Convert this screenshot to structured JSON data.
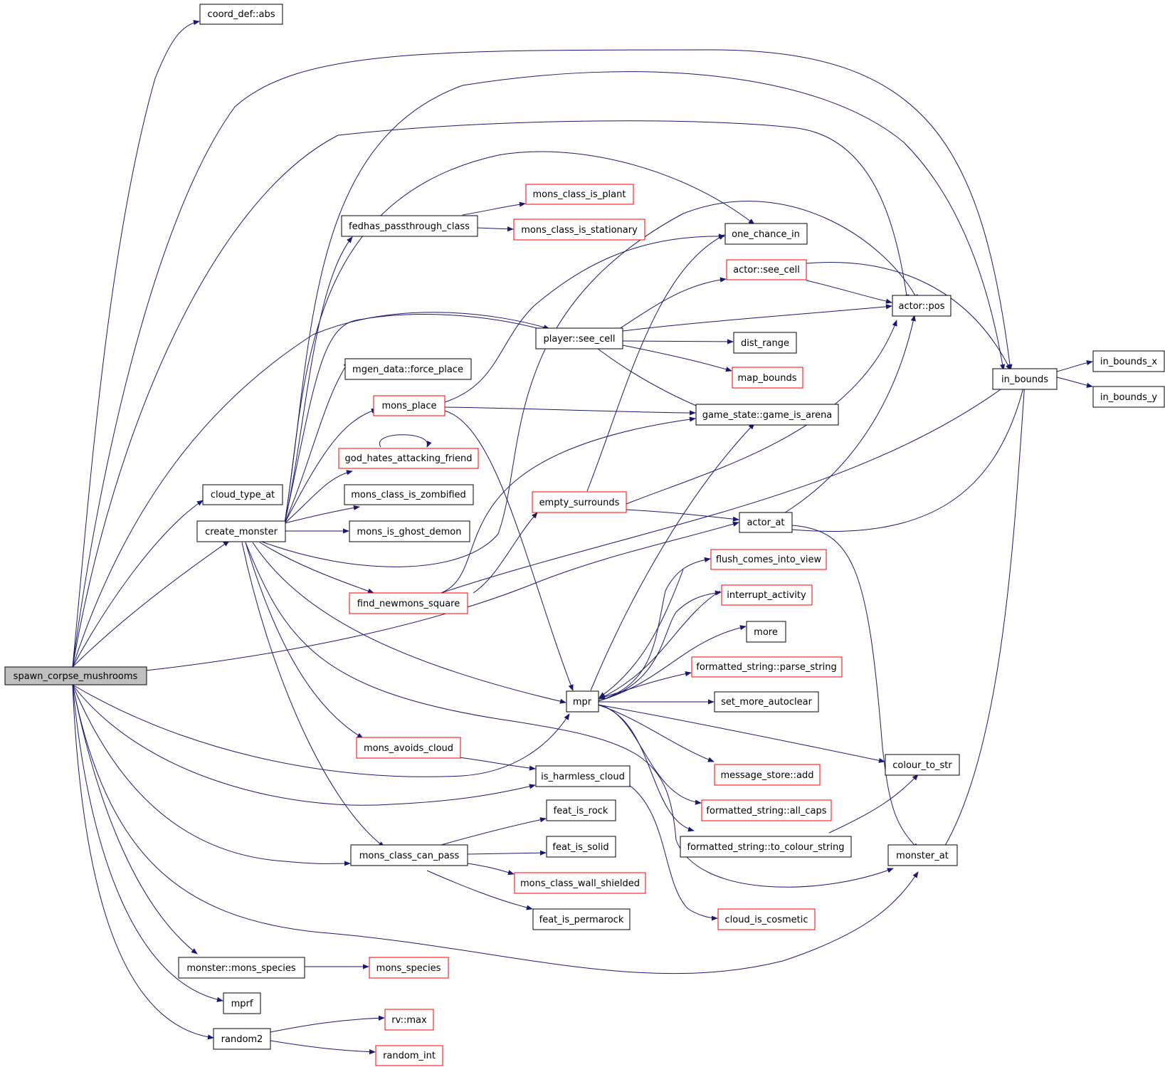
{
  "colors": {
    "edge": "#191970",
    "incomplete_border": "#ff0000",
    "root_fill": "#bfbfbf"
  },
  "nodes": {
    "spawn_corpse_mushrooms": "spawn_corpse_mushrooms",
    "coord_def_abs": "coord_def::abs",
    "cloud_type_at": "cloud_type_at",
    "create_monster": "create_monster",
    "fedhas_passthrough_class": "fedhas_passthrough_class",
    "mons_class_is_plant": "mons_class_is_plant",
    "mons_class_is_stationary": "mons_class_is_stationary",
    "one_chance_in": "one_chance_in",
    "actor_see_cell": "actor::see_cell",
    "actor_pos": "actor::pos",
    "player_see_cell": "player::see_cell",
    "dist_range": "dist_range",
    "map_bounds": "map_bounds",
    "mgen_data_force_place": "mgen_data::force_place",
    "mons_place": "mons_place",
    "game_is_arena": "game_state::game_is_arena",
    "god_hates_attacking_friend": "god_hates_attacking_friend",
    "mons_class_is_zombified": "mons_class_is_zombified",
    "mons_is_ghost_demon": "mons_is_ghost_demon",
    "empty_surrounds": "empty_surrounds",
    "actor_at": "actor_at",
    "find_newmons_square": "find_newmons_square",
    "flush_comes_into_view": "flush_comes_into_view",
    "interrupt_activity": "interrupt_activity",
    "more": "more",
    "parse_string": "formatted_string::parse_string",
    "mpr": "mpr",
    "set_more_autoclear": "set_more_autoclear",
    "mons_avoids_cloud": "mons_avoids_cloud",
    "colour_to_str": "colour_to_str",
    "is_harmless_cloud": "is_harmless_cloud",
    "message_store_add": "message_store::add",
    "all_caps": "formatted_string::all_caps",
    "feat_is_rock": "feat_is_rock",
    "feat_is_solid": "feat_is_solid",
    "mons_class_can_pass": "mons_class_can_pass",
    "to_colour_string": "formatted_string::to_colour_string",
    "monster_at": "monster_at",
    "mons_class_wall_shielded": "mons_class_wall_shielded",
    "feat_is_permarock": "feat_is_permarock",
    "cloud_is_cosmetic": "cloud_is_cosmetic",
    "monster_mons_species": "monster::mons_species",
    "mons_species": "mons_species",
    "mprf": "mprf",
    "random2": "random2",
    "rv_max": "rv::max",
    "random_int": "random_int",
    "in_bounds": "in_bounds",
    "in_bounds_x": "in_bounds_x",
    "in_bounds_y": "in_bounds_y"
  }
}
